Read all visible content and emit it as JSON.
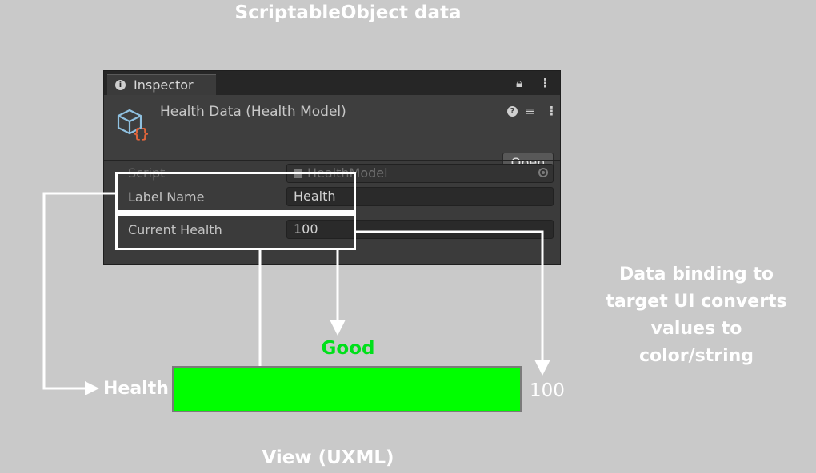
{
  "headings": {
    "scriptable_object": "ScriptableObject data",
    "binding_note": "Data binding to target UI converts values to color/string",
    "view": "View (UXML)"
  },
  "inspector": {
    "tab_label": "Inspector",
    "asset_title": "Health Data (Health Model)",
    "open_button": "Open",
    "properties": {
      "script": {
        "label": "Script",
        "value": "HealthModel"
      },
      "label_name": {
        "label": "Label Name",
        "value": "Health"
      },
      "current_health": {
        "label": "Current Health",
        "value": "100"
      }
    }
  },
  "view": {
    "label": "Health",
    "status": "Good",
    "value": "100",
    "bar_color": "#00ff00",
    "status_color": "#00e01a"
  },
  "icons": {
    "tab": "info-icon",
    "asset": "scriptable-object-icon",
    "tab_actions": [
      "lock-icon",
      "menu-icon"
    ],
    "header_actions": [
      "help-icon",
      "presets-icon",
      "menu-icon"
    ]
  }
}
